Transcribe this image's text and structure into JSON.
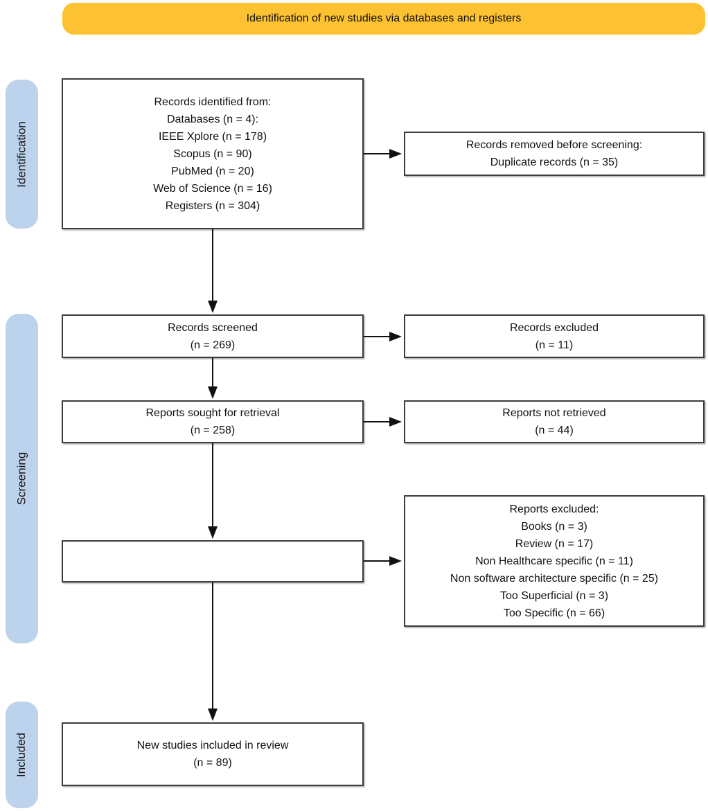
{
  "banner": {
    "label": "Identification of new studies via databases and registers"
  },
  "stages": [
    {
      "label": "Identification"
    },
    {
      "label": "Screening"
    },
    {
      "label": "Included"
    }
  ],
  "boxes": {
    "records_identified": {
      "lines": [
        "Records identified from:",
        "Databases (n = 4):",
        "IEEE Xplore (n = 178)",
        "Scopus (n = 90)",
        "PubMed (n = 20)",
        "Web of Science (n = 16)",
        "Registers (n = 304)"
      ]
    },
    "records_removed": {
      "lines": [
        "Records removed before screening:",
        "Duplicate records (n = 35)"
      ]
    },
    "records_screened": {
      "lines": [
        "Records screened",
        "(n = 269)"
      ]
    },
    "records_excluded": {
      "lines": [
        "Records excluded",
        "(n = 11)"
      ]
    },
    "reports_sought": {
      "lines": [
        "Reports sought for retrieval",
        "(n = 258)"
      ]
    },
    "reports_not_retrieved": {
      "lines": [
        "Reports not retrieved",
        "(n = 44)"
      ]
    },
    "reports_excluded": {
      "lines": [
        "Reports excluded:",
        "Books (n = 3)",
        "Review (n = 17)",
        "Non Healthcare specific (n = 11)",
        "Non software architecture specific (n = 25)",
        "Too Superficial (n = 3)",
        "Too Specific (n = 66)"
      ]
    },
    "new_studies_included": {
      "lines": [
        "New studies included in review",
        "(n = 89)"
      ]
    }
  },
  "colors": {
    "banner": "#FDC232",
    "stage": "#BCD2ED",
    "border": "#3C3C3C",
    "arrow": "#111111"
  }
}
